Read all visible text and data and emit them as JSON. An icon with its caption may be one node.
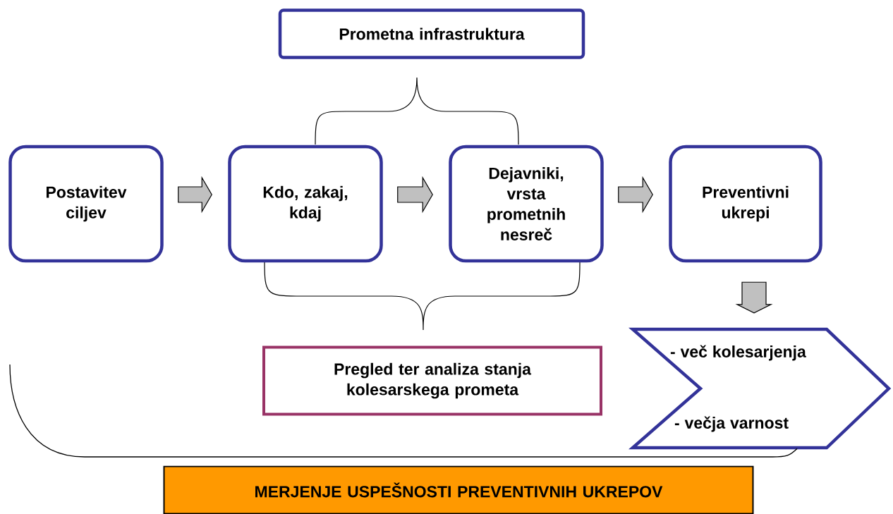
{
  "diagram": {
    "nodes": [
      {
        "text": [
          "Prometna infrastruktura"
        ]
      },
      {
        "text": [
          "Postavitev ciljev"
        ]
      },
      {
        "text": [
          "Kdo, zakaj, kdaj"
        ]
      },
      {
        "text": [
          "Dejavniki, vrsta prometnih nesreč"
        ]
      },
      {
        "text": [
          "Preventivni ukrepi"
        ]
      },
      {
        "text": [
          "- več kolesarjenja",
          "- večja varnost"
        ]
      },
      {
        "text": [
          "Pregled ter analiza stanja kolesarskega prometa"
        ]
      },
      {
        "text": [
          "MERJENJE USPEŠNOSTI PREVENTIVNIH UKREPOV"
        ]
      }
    ],
    "edges": [
      {
        "from": 1,
        "to": 2,
        "arrow": "to"
      },
      {
        "from": 2,
        "to": 3,
        "arrow": "to"
      },
      {
        "from": 3,
        "to": 4,
        "arrow": "to"
      },
      {
        "from": 4,
        "to": 5,
        "arrow": "to"
      },
      {
        "from": 5,
        "to": null,
        "arrow": "none"
      }
    ]
  }
}
